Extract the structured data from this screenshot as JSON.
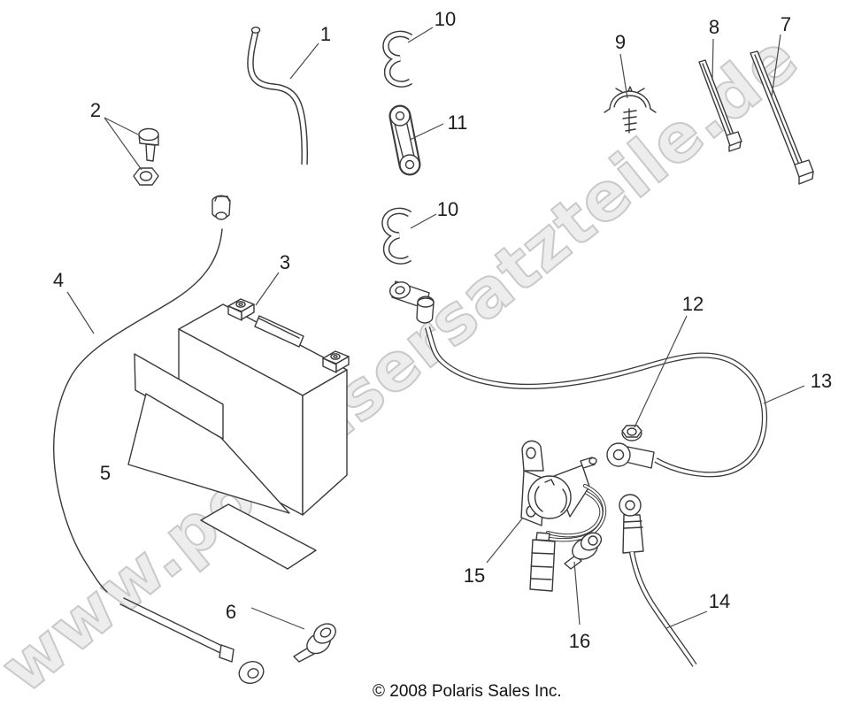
{
  "watermark": {
    "text": "www.polarisersatzteile.de",
    "fill": "#ededed",
    "outline": "#c9c9c9"
  },
  "footer": {
    "copyright": "© 2008 Polaris Sales Inc."
  },
  "colors": {
    "line": "#3a3a3a",
    "background": "#ffffff"
  },
  "callouts": [
    {
      "label": "1"
    },
    {
      "label": "2"
    },
    {
      "label": "3"
    },
    {
      "label": "4"
    },
    {
      "label": "5"
    },
    {
      "label": "6"
    },
    {
      "label": "7"
    },
    {
      "label": "8"
    },
    {
      "label": "9"
    },
    {
      "label": "10"
    },
    {
      "label": "11"
    },
    {
      "label": "10"
    },
    {
      "label": "12"
    },
    {
      "label": "13"
    },
    {
      "label": "14"
    },
    {
      "label": "15"
    },
    {
      "label": "16"
    }
  ]
}
